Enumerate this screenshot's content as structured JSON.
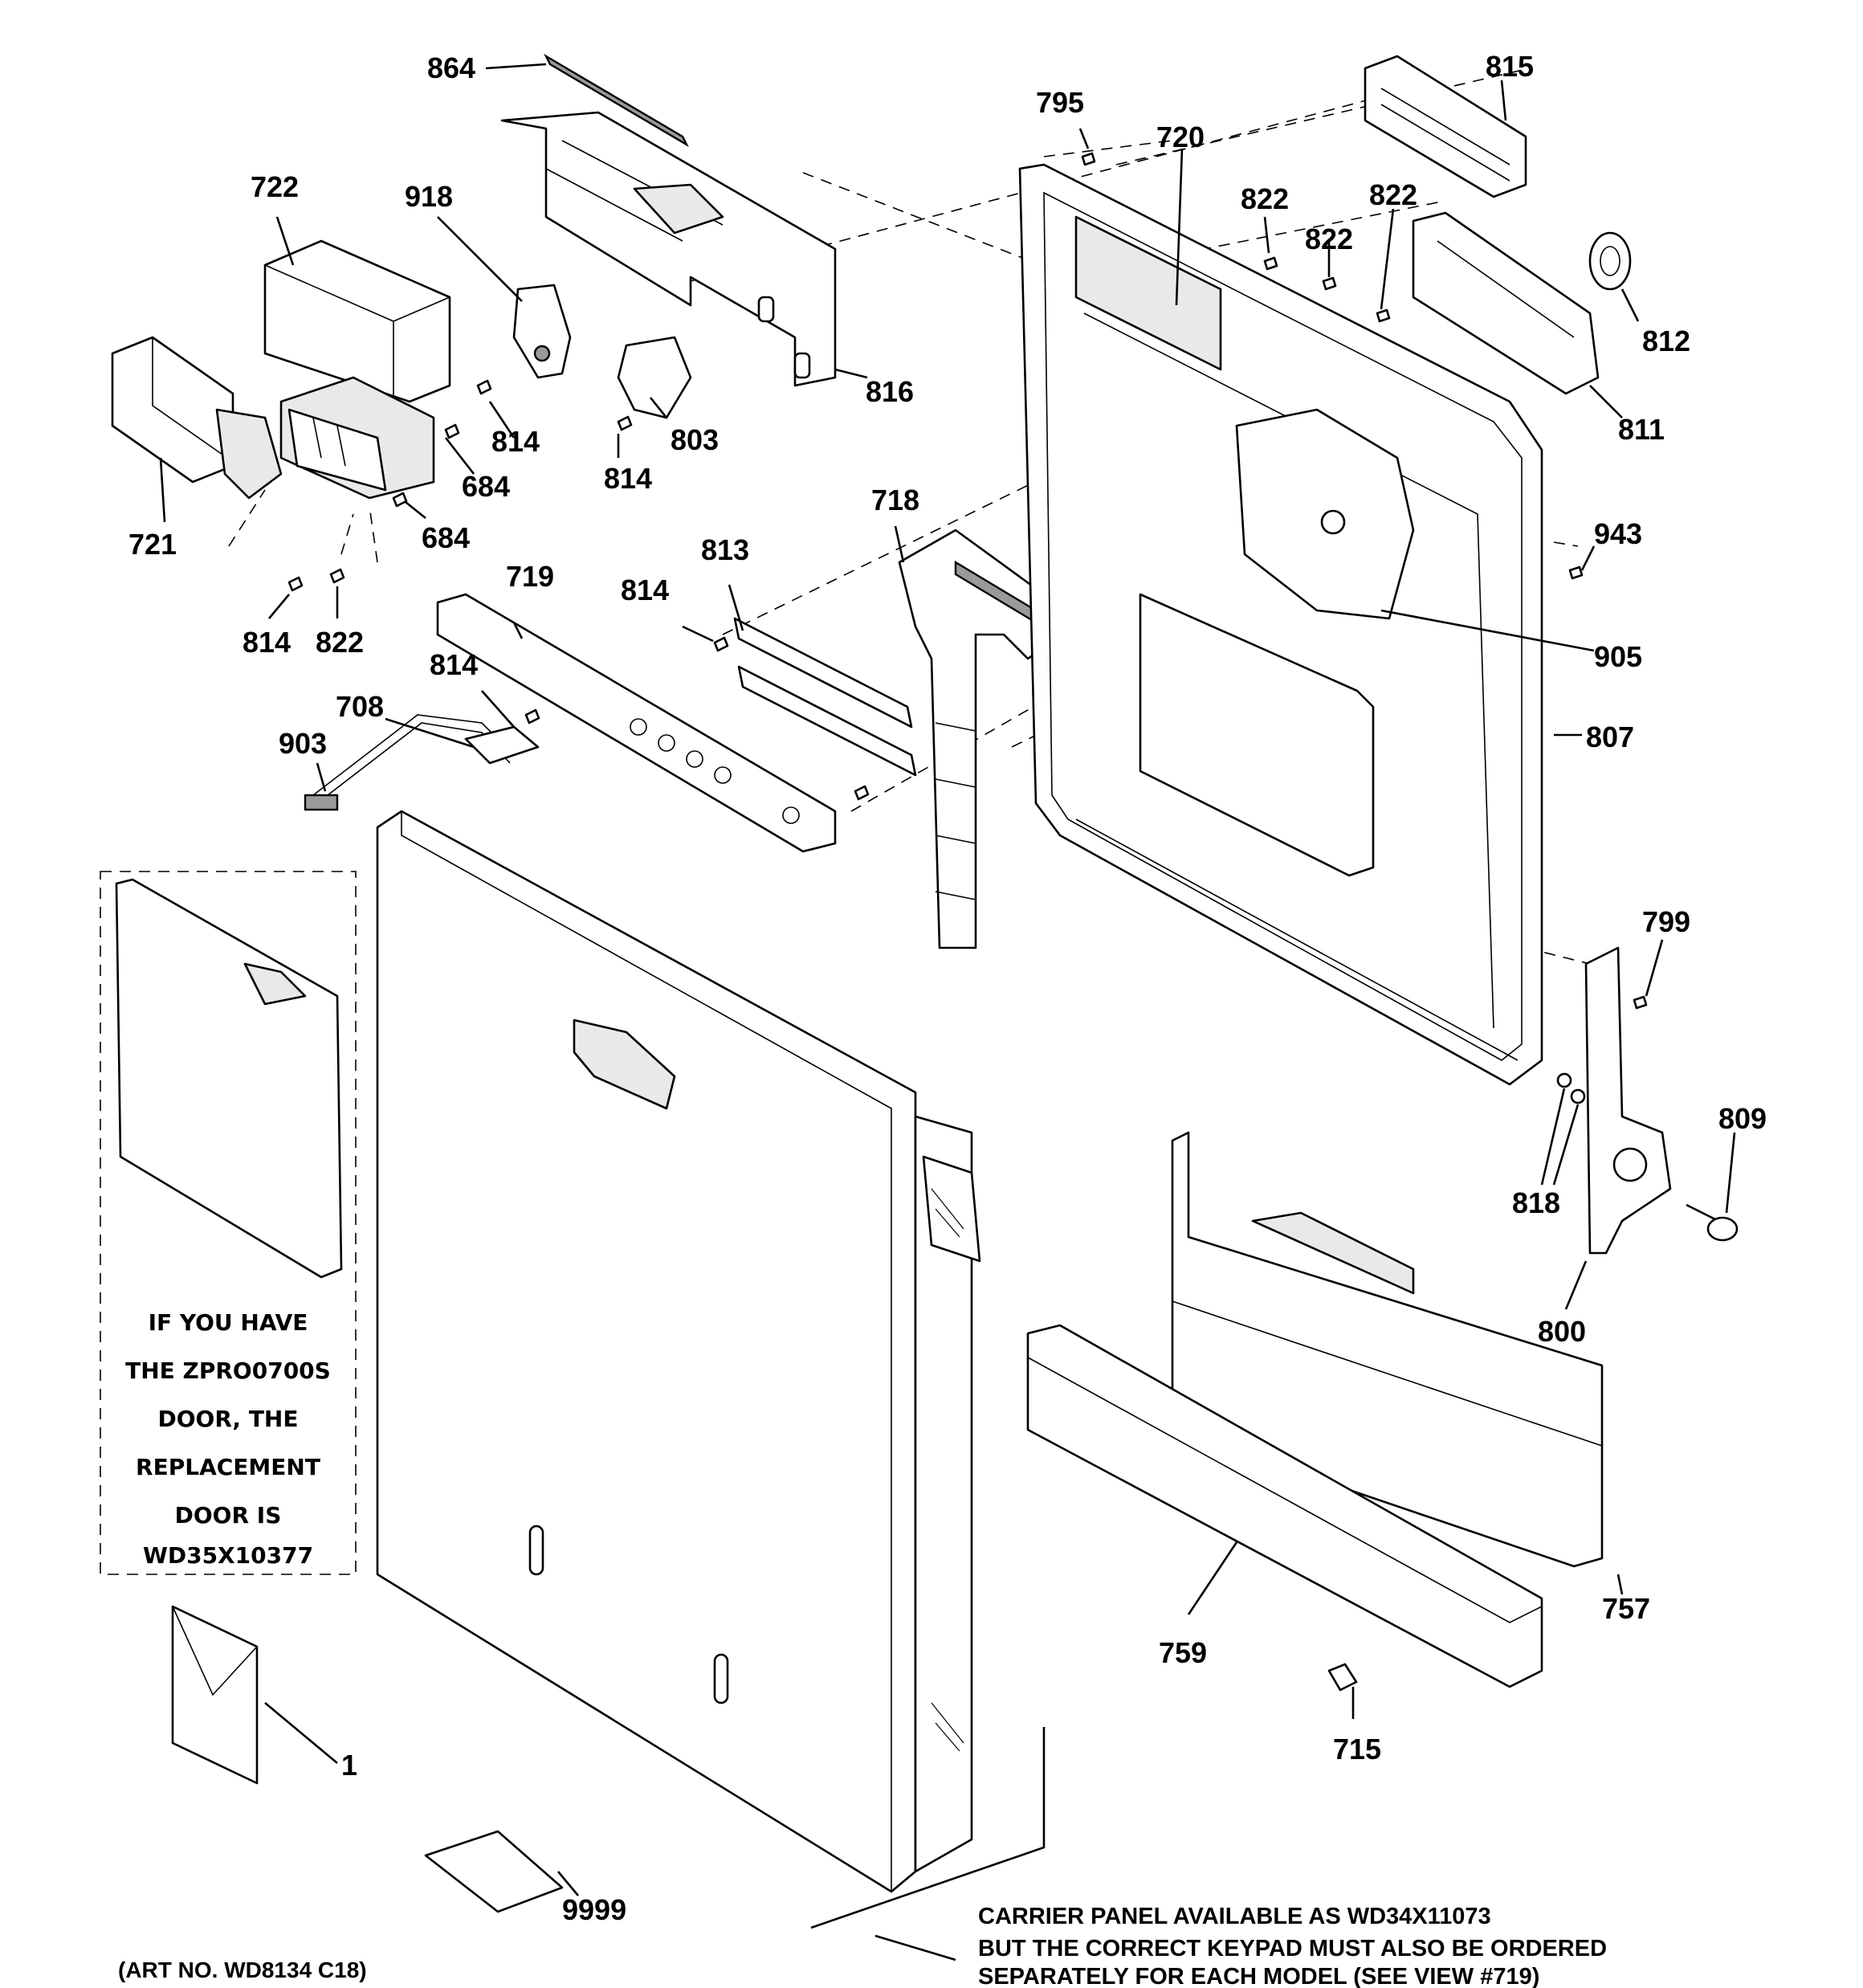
{
  "part_numbers": {
    "p864": "864",
    "p722": "722",
    "p918": "918",
    "p721": "721",
    "p814_a": "814",
    "p684_a": "684",
    "p684_b": "684",
    "p803": "803",
    "p814_b": "814",
    "p816": "816",
    "p814_c": "814",
    "p822_a": "822",
    "p719": "719",
    "p814_d": "814",
    "p708": "708",
    "p903": "903",
    "p813": "813",
    "p814_e": "814",
    "p718": "718",
    "p795": "795",
    "p720": "720",
    "p815": "815",
    "p822_b": "822",
    "p822_c": "822",
    "p822_d": "822",
    "p812": "812",
    "p811": "811",
    "p943": "943",
    "p905": "905",
    "p807": "807",
    "p799": "799",
    "p809": "809",
    "p818": "818",
    "p800": "800",
    "p757": "757",
    "p759": "759",
    "p715": "715",
    "p1": "1",
    "p9999": "9999"
  },
  "replacement_note": {
    "line1": "IF YOU HAVE",
    "line2": "THE ZPRO0700S",
    "line3": "DOOR, THE",
    "line4": "REPLACEMENT",
    "line5": "DOOR IS",
    "line6": "WD35X10377"
  },
  "carrier_note": {
    "line1": "CARRIER PANEL AVAILABLE AS WD34X11073",
    "line2": "BUT THE CORRECT KEYPAD MUST ALSO BE ORDERED",
    "line3": "SEPARATELY FOR EACH MODEL (SEE VIEW #719)"
  },
  "art_number": "(ART NO. WD8134 C18)"
}
